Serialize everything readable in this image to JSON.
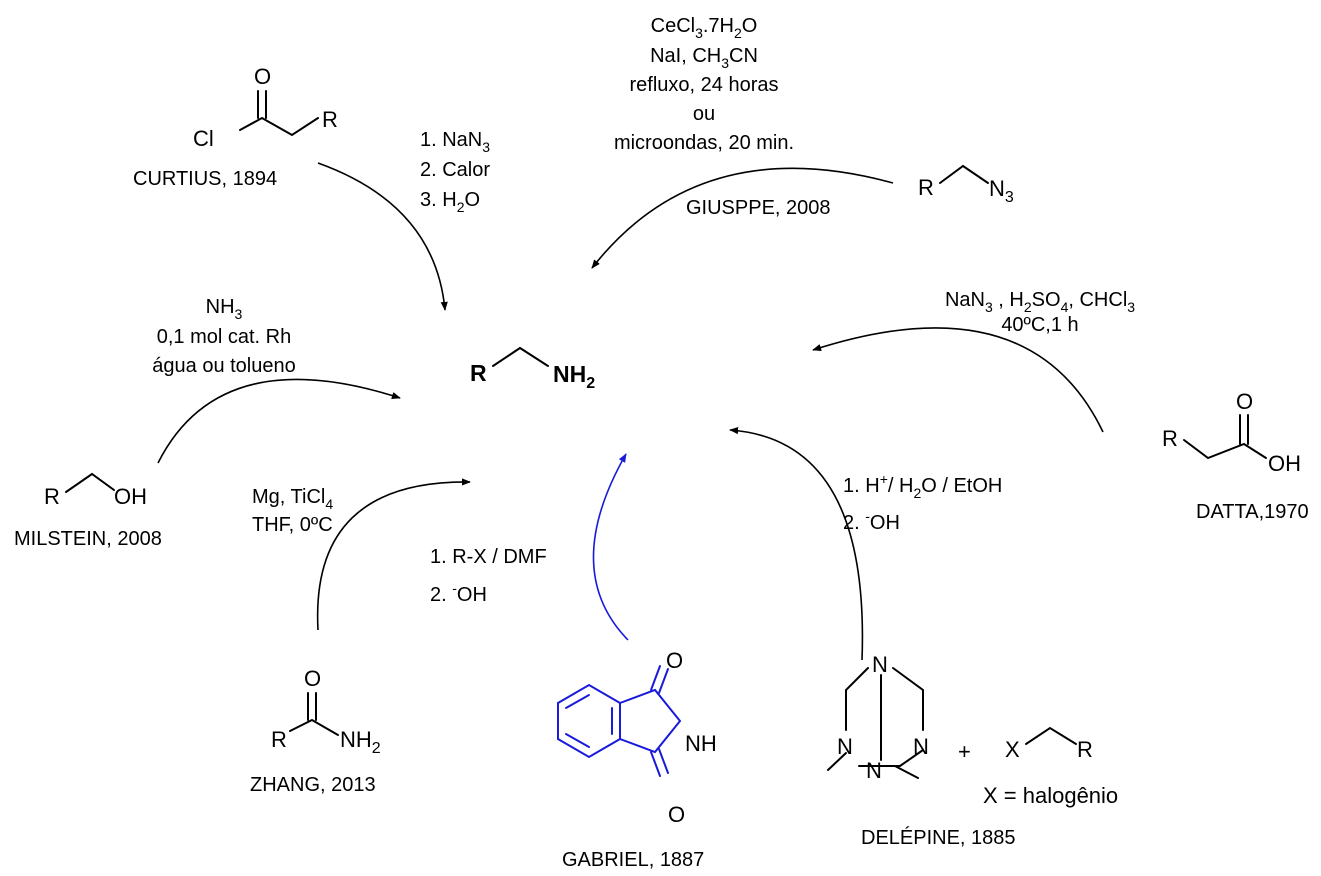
{
  "colors": {
    "text": "#000000",
    "gabriel": "#1a1adb"
  },
  "product": {
    "r": "R",
    "nh": "NH",
    "sub": "2"
  },
  "curtius": {
    "cl": "Cl",
    "o": "O",
    "r": "R",
    "label": "CURTIUS, 1894",
    "cond1": "1. NaN",
    "cond1_sub": "3",
    "cond2": "2. Calor",
    "cond3": "3. H",
    "cond3_sub": "2",
    "cond3_tail": "O"
  },
  "giuseppe": {
    "line1_a": "CeCl",
    "line1_sub1": "3",
    "line1_b": ".7H",
    "line1_sub2": "2",
    "line1_c": "O",
    "line2_a": "NaI, CH",
    "line2_sub": "3",
    "line2_b": "CN",
    "line3": "refluxo, 24 horas",
    "line4": "ou",
    "line5": "microondas, 20 min.",
    "label": "GIUSPPE, 2008",
    "r": "R",
    "n": "N",
    "n_sub": "3"
  },
  "datta": {
    "cond1_a": "NaN",
    "cond1_sub1": "3",
    "cond1_b": " , H",
    "cond1_sub2": "2",
    "cond1_c": "SO",
    "cond1_sub3": "4",
    "cond1_d": ", CHCl",
    "cond1_sub4": "3",
    "cond2": "40ºC,1 h",
    "r": "R",
    "o": "O",
    "oh": "OH",
    "label": "DATTA,1970"
  },
  "milstein": {
    "cond1_a": "NH",
    "cond1_sub": "3",
    "cond2": "0,1 mol cat. Rh",
    "cond3": "água ou tolueno",
    "r": "R",
    "oh": "OH",
    "label": "MILSTEIN, 2008"
  },
  "zhang": {
    "cond1_a": "Mg, TiCl",
    "cond1_sub": "4",
    "cond2": "THF, 0ºC",
    "o": "O",
    "r": "R",
    "nh": "NH",
    "nh_sub": "2",
    "label": "ZHANG, 2013"
  },
  "gabriel": {
    "cond1": "1. R-X / DMF",
    "cond2_a": "2. ",
    "cond2_sup": "-",
    "cond2_b": "OH",
    "o": "O",
    "nh": "NH",
    "label": "GABRIEL, 1887"
  },
  "delepine": {
    "cond1_a": "1. H",
    "cond1_sup": "+",
    "cond1_b": "/ H",
    "cond1_sub": "2",
    "cond1_c": "O / EtOH",
    "cond2_a": "2. ",
    "cond2_sup": "-",
    "cond2_b": "OH",
    "n": "N",
    "plus": "+",
    "x": "X",
    "r": "R",
    "note": "X = halogênio",
    "label": "DELÉPINE, 1885"
  }
}
